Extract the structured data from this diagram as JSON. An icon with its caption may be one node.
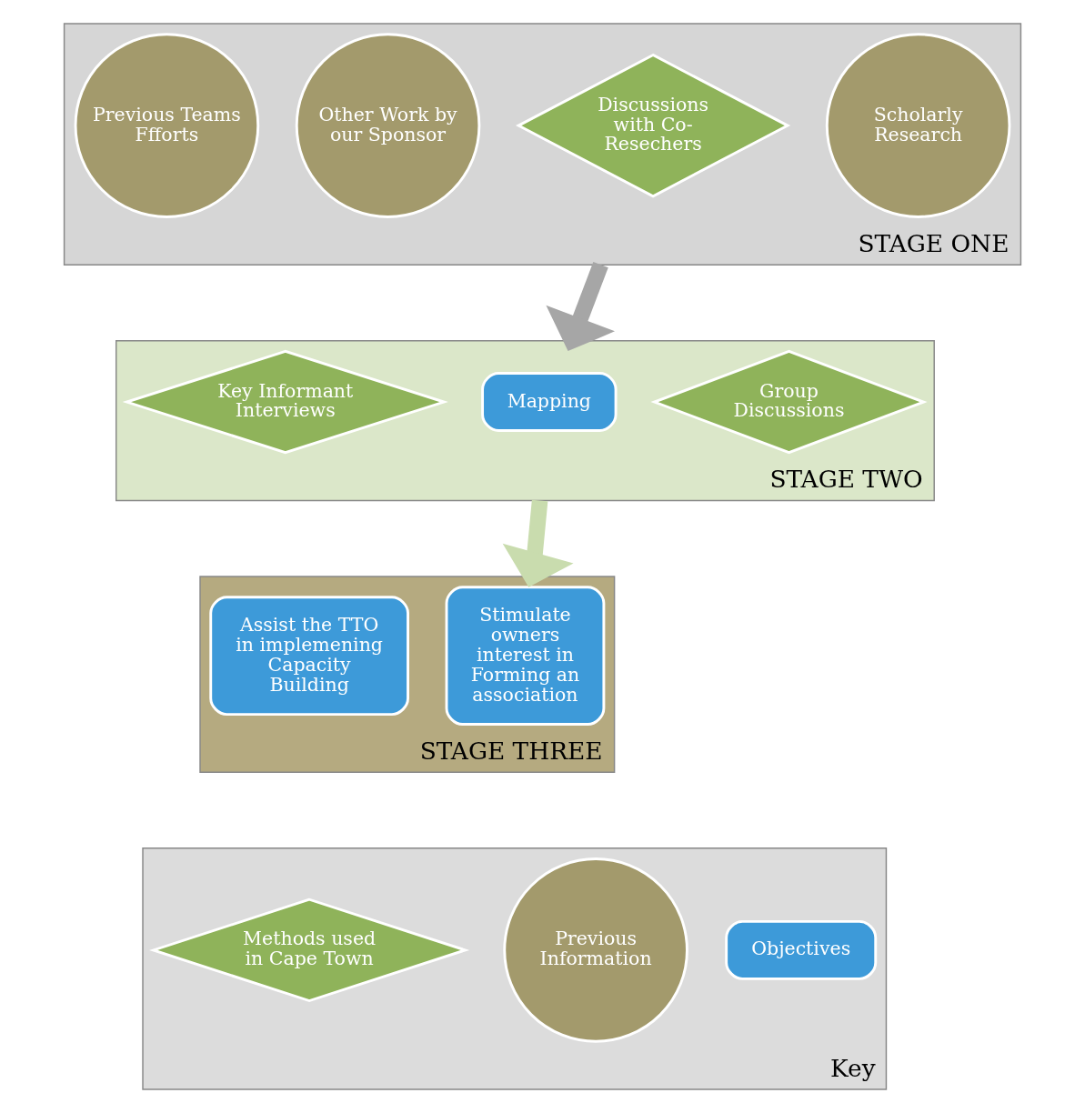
{
  "diagram": {
    "nodes": [
      {
        "text": [
          "STAGE ONE"
        ]
      },
      {
        "text": [
          "Previous Teams Ffforts"
        ],
        "in": 0
      },
      {
        "text": [
          "Other Work by our Sponsor"
        ],
        "in": 0
      },
      {
        "text": [
          "Discussions with Co-Resechers"
        ],
        "in": 0
      },
      {
        "text": [
          "Scholarly Research"
        ],
        "in": 0
      },
      {
        "text": [
          "STAGE TWO"
        ]
      },
      {
        "text": [
          "Key Informant Interviews"
        ],
        "in": 5
      },
      {
        "text": [
          "Mapping"
        ],
        "in": 5
      },
      {
        "text": [
          "Group Discussions"
        ],
        "in": 5
      },
      {
        "text": [
          "STAGE THREE"
        ]
      },
      {
        "text": [
          "Assist the TTO in implemening Capacity Building"
        ],
        "in": 9
      },
      {
        "text": [
          "Stimulate owners interest in Forming an association"
        ],
        "in": 9
      },
      {
        "text": [
          "Key"
        ]
      },
      {
        "text": [
          "Methods used in Cape Town"
        ],
        "in": 12
      },
      {
        "text": [
          "Previous Information"
        ],
        "in": 12
      },
      {
        "text": [
          "Objectives"
        ],
        "in": 12
      }
    ],
    "edges": [
      {
        "from": 0,
        "to": 5,
        "arrow": "to",
        "color": "#a6a6a6"
      },
      {
        "from": 5,
        "to": 9,
        "arrow": "to",
        "color": "#c9dcae"
      }
    ]
  }
}
